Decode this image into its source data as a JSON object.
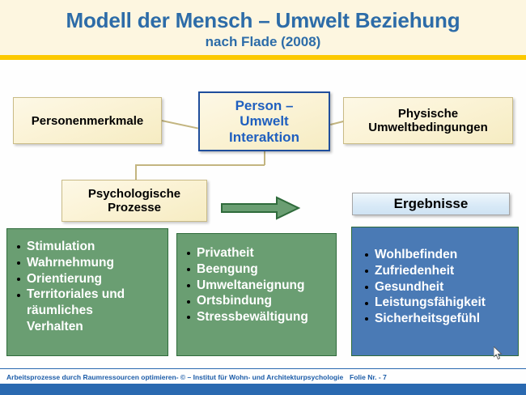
{
  "header": {
    "title": "Modell der Mensch – Umwelt Beziehung",
    "subtitle": "nach Flade (2008)"
  },
  "diagram": {
    "boxes": {
      "personenmerkmale": "Personenmerkmale",
      "person_umwelt_interaktion": "Person –\nUmwelt\nInteraktion",
      "person_umwelt_line1": "Person –",
      "person_umwelt_line2": "Umwelt",
      "person_umwelt_line3": "Interaktion",
      "physische_line1": "Physische",
      "physische_line2": "Umweltbedingungen",
      "psychologische_line1": "Psychologische",
      "psychologische_line2": "Prozesse",
      "ergebnisse": "Ergebnisse"
    },
    "panels": [
      {
        "name": "green-panel-1",
        "color": "#6a9e72",
        "items": [
          {
            "text": "Stimulation",
            "continuation": false
          },
          {
            "text": "Wahrnehmung",
            "continuation": false
          },
          {
            "text": "Orientierung",
            "continuation": false
          },
          {
            "text": "Territoriales und",
            "continuation": false
          },
          {
            "text": "räumliches",
            "continuation": true
          },
          {
            "text": "Verhalten",
            "continuation": true
          }
        ]
      },
      {
        "name": "green-panel-2",
        "color": "#6a9e72",
        "items": [
          {
            "text": "Privatheit",
            "continuation": false
          },
          {
            "text": "Beengung",
            "continuation": false
          },
          {
            "text": "Umweltaneignung",
            "continuation": false
          },
          {
            "text": "Ortsbindung",
            "continuation": false
          },
          {
            "text": "Stressbewältigung",
            "continuation": false
          }
        ]
      },
      {
        "name": "blue-panel",
        "color": "#4a7ab5",
        "items": [
          {
            "text": "Wohlbefinden",
            "continuation": false
          },
          {
            "text": "Zufriedenheit",
            "continuation": false
          },
          {
            "text": "Gesundheit",
            "continuation": false
          },
          {
            "text": "Leistungsfähigkeit",
            "continuation": false
          },
          {
            "text": "Sicherheitsgefühl",
            "continuation": false
          }
        ]
      }
    ],
    "arrow_icon": "right-arrow-icon"
  },
  "footer": {
    "left": "Arbeitsprozesse durch Raumressourcen optimieren- © – Institut für Wohn- und Architekturpsychologie",
    "right": "Folie Nr. - 7"
  },
  "colors": {
    "title_blue": "#2d6ca8",
    "header_bg": "#fdf6e0",
    "accent_yellow": "#fcc900",
    "green": "#6a9e72",
    "blue": "#4a7ab5",
    "cream": "#fbf3d6",
    "connector": "#c3b580"
  }
}
